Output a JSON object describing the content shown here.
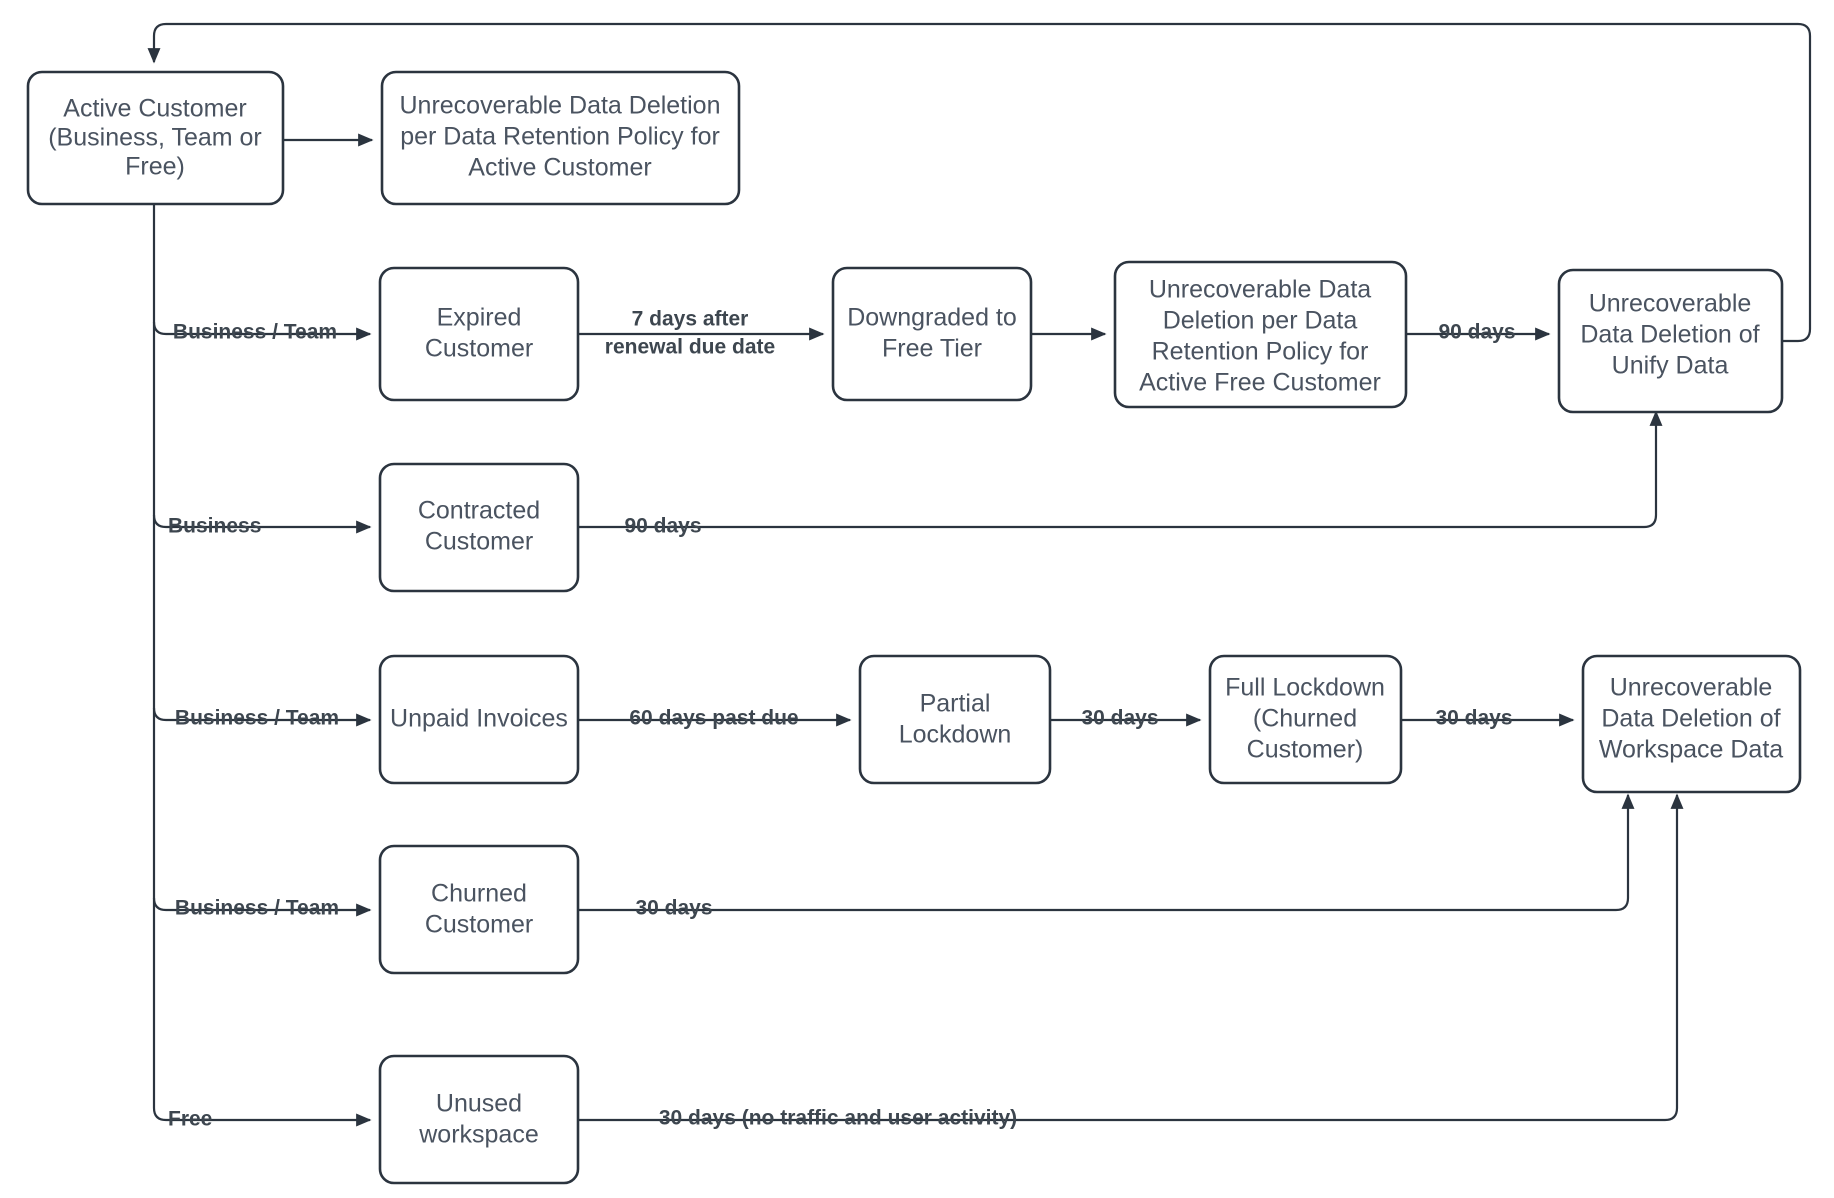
{
  "diagram": {
    "title": "Customer Lifecycle Data Retention and Deletion Flow",
    "type": "flowchart",
    "colors": {
      "box_border": "#2b343f",
      "box_fill": "#ffffff",
      "node_text": "#4a5360",
      "edge_label_text": "#3d464f",
      "edge_line": "#2b343f",
      "background": "#ffffff"
    }
  },
  "nodes": {
    "active_customer": {
      "lines": [
        "Active Customer",
        "(Business, Team or",
        "Free)"
      ]
    },
    "unrecoverable_active": {
      "lines": [
        "Unrecoverable Data Deletion",
        "per Data Retention Policy for",
        "Active Customer"
      ]
    },
    "expired_customer": {
      "lines": [
        "Expired",
        "Customer"
      ]
    },
    "downgraded_free_tier": {
      "lines": [
        "Downgraded to",
        "Free Tier"
      ]
    },
    "unrecoverable_free": {
      "lines": [
        "Unrecoverable Data",
        "Deletion per Data",
        "Retention Policy for",
        "Active Free Customer"
      ]
    },
    "unify_data_deletion": {
      "lines": [
        "Unrecoverable",
        "Data Deletion of",
        "Unify Data"
      ]
    },
    "contracted_customer": {
      "lines": [
        "Contracted",
        "Customer"
      ]
    },
    "unpaid_invoices": {
      "lines": [
        "Unpaid Invoices"
      ]
    },
    "partial_lockdown": {
      "lines": [
        "Partial",
        "Lockdown"
      ]
    },
    "full_lockdown": {
      "lines": [
        "Full Lockdown",
        "(Churned",
        "Customer)"
      ]
    },
    "workspace_data_deletion": {
      "lines": [
        "Unrecoverable",
        "Data Deletion of",
        "Workspace Data"
      ]
    },
    "churned_customer": {
      "lines": [
        "Churned",
        "Customer"
      ]
    },
    "unused_workspace": {
      "lines": [
        "Unused",
        "workspace"
      ]
    }
  },
  "edge_labels": {
    "branch_expired": "Business / Team",
    "branch_contracted": "Business",
    "branch_unpaid": "Business / Team",
    "branch_churned": "Business / Team",
    "branch_unused": "Free",
    "expired_to_downgraded_line1": "7 days after",
    "expired_to_downgraded_line2": "renewal due date",
    "free_deletion_to_unify": "90 days",
    "contracted_to_unify": "90 days",
    "unpaid_to_partial": "60 days past due",
    "partial_to_full": "30 days",
    "full_to_workspace": "30 days",
    "churned_to_workspace": "30 days",
    "unused_to_workspace": "30 days (no traffic and user activity)"
  }
}
